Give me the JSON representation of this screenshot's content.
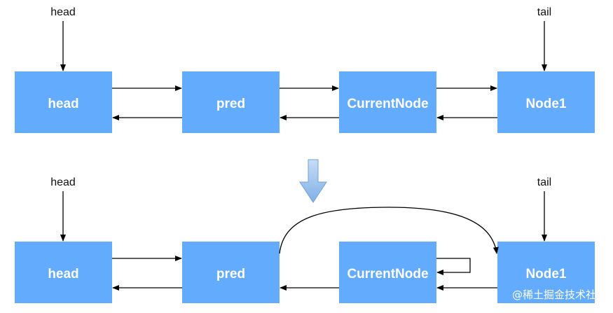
{
  "top": {
    "pointers": {
      "head": "head",
      "tail": "tail"
    },
    "nodes": [
      "head",
      "pred",
      "CurrentNode",
      "Node1"
    ]
  },
  "bottom": {
    "pointers": {
      "head": "head",
      "tail": "tail"
    },
    "nodes": [
      "head",
      "pred",
      "CurrentNode",
      "Node1"
    ]
  },
  "watermark": "@稀土掘金技术社区",
  "colors": {
    "node": "#63abfc",
    "arrow_down": "#8ab7e8"
  }
}
